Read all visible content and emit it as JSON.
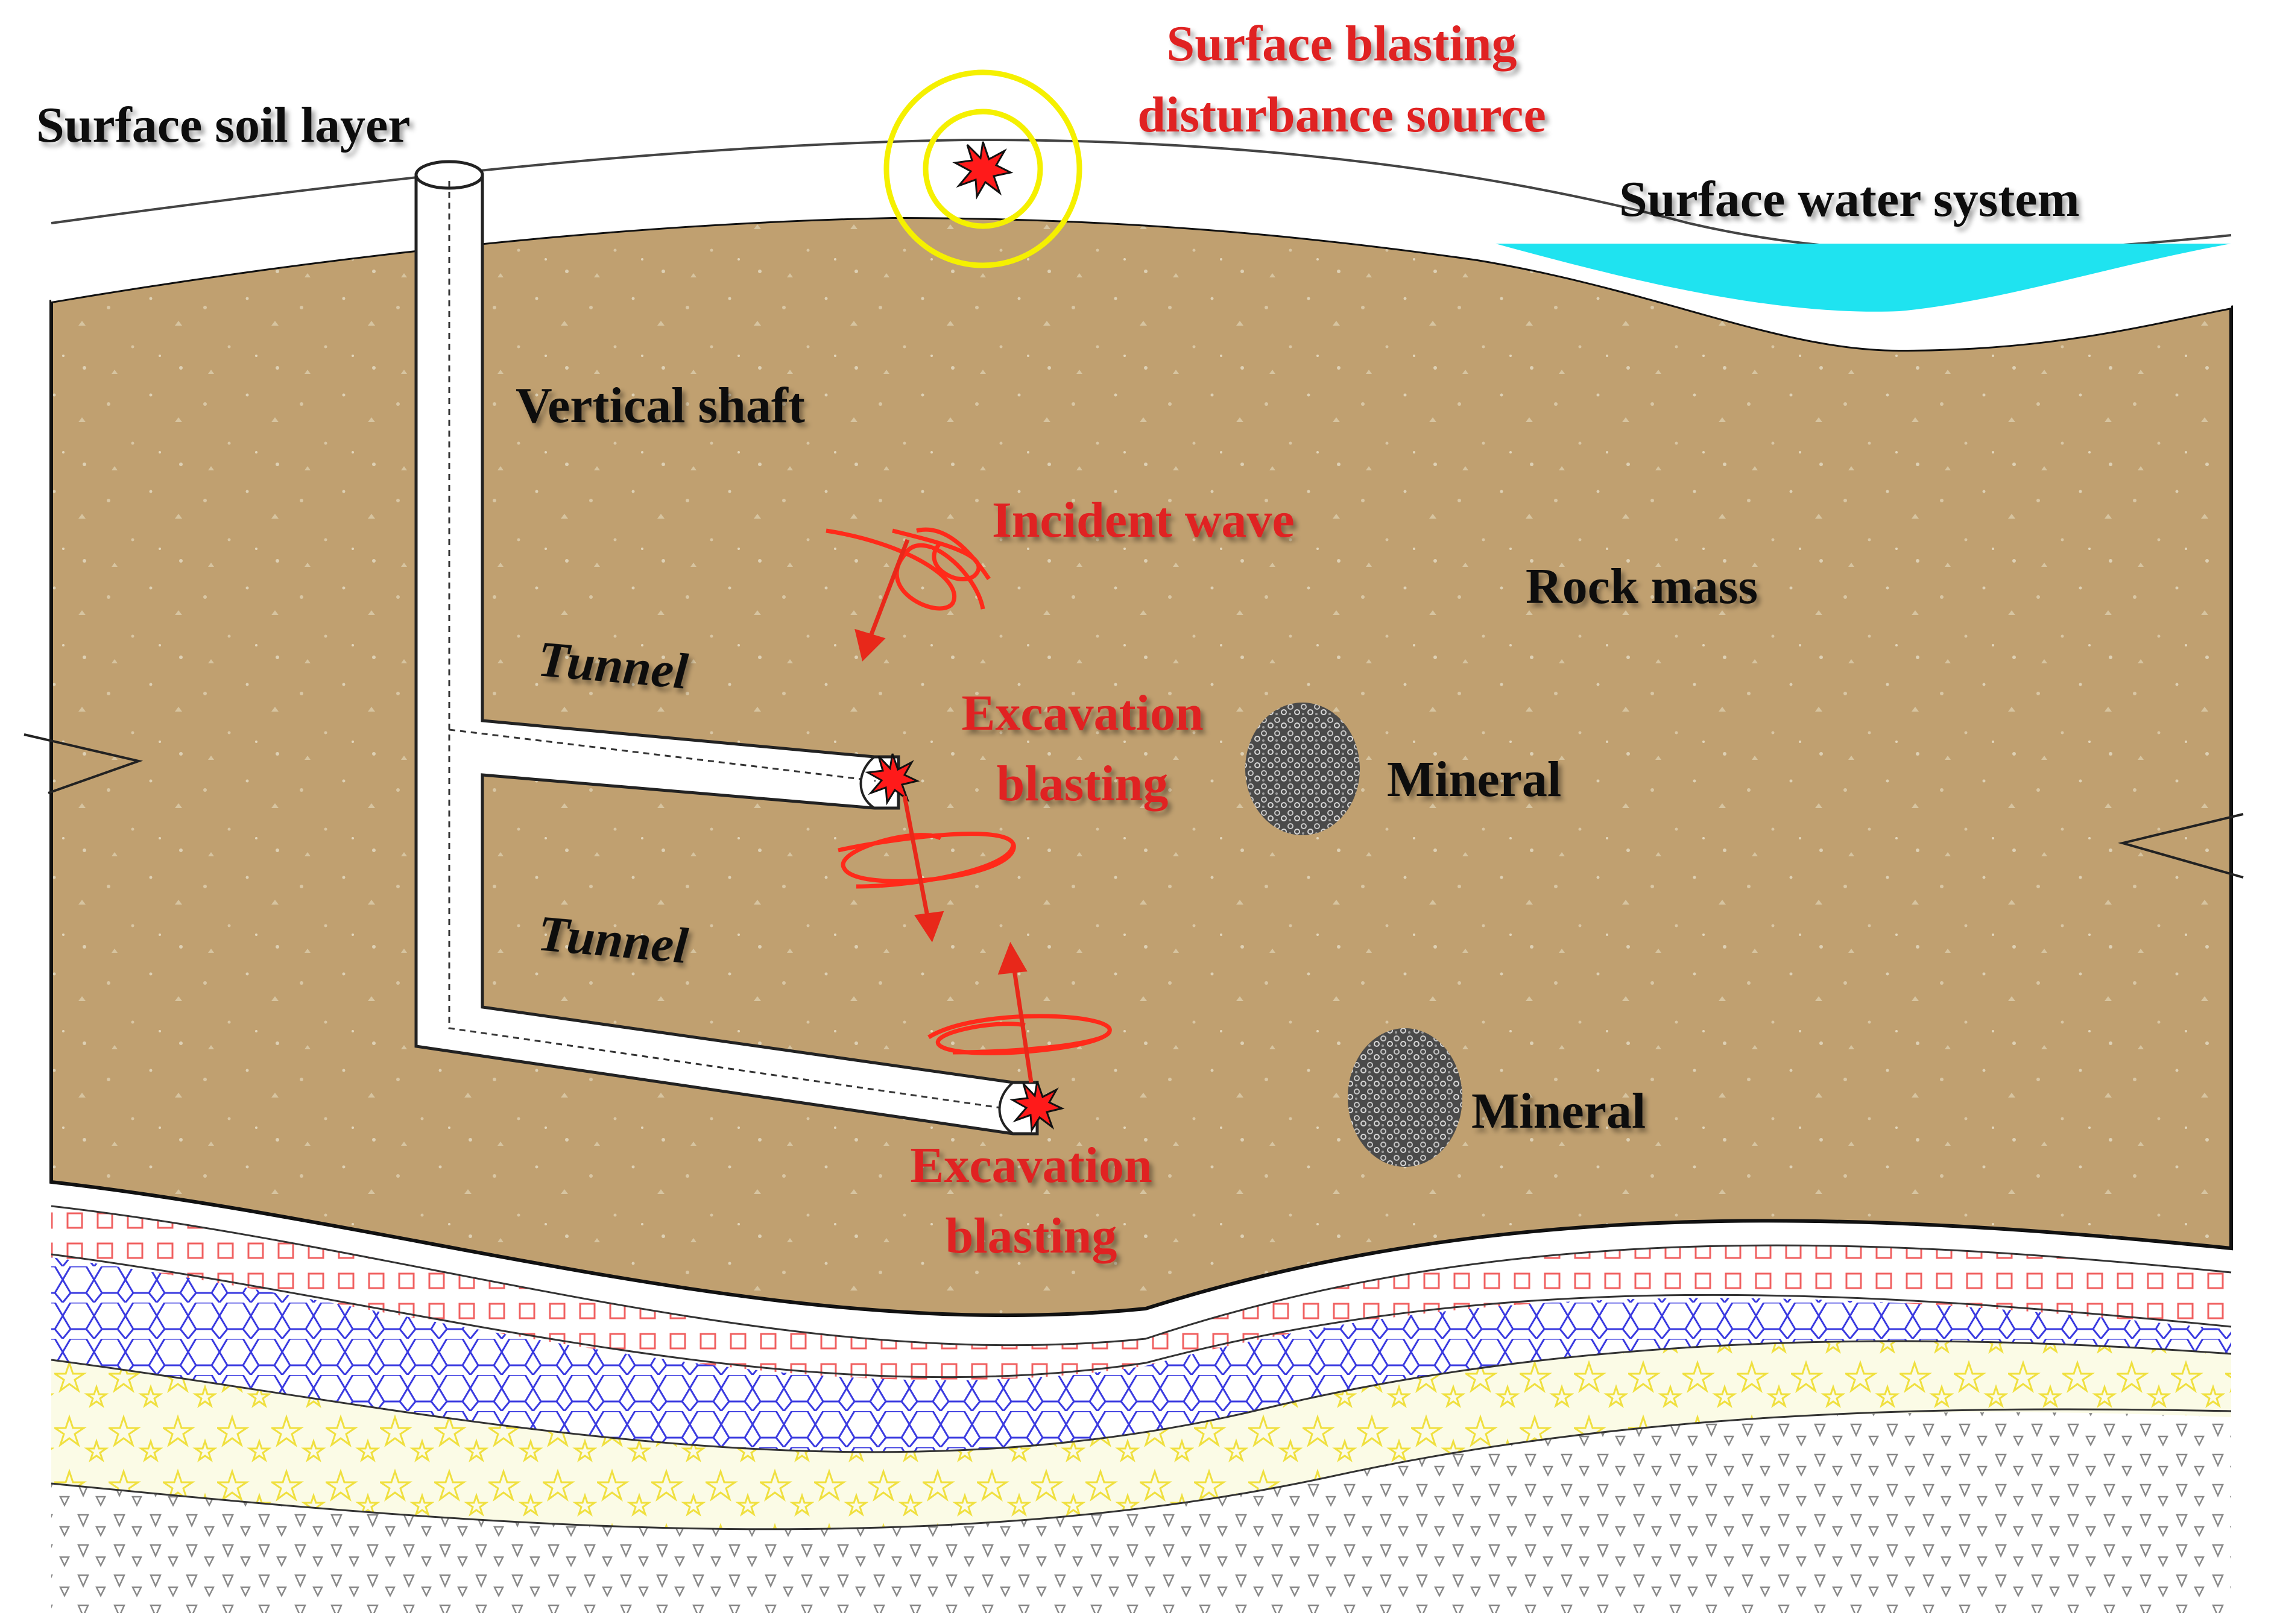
{
  "labels": {
    "surface_soil_layer": "Surface soil layer",
    "surface_blasting_line1": "Surface blasting",
    "surface_blasting_line2": "disturbance source",
    "surface_water_system": "Surface water system",
    "vertical_shaft": "Vertical shaft",
    "incident_wave": "Incident wave",
    "rock_mass": "Rock mass",
    "tunnel_upper": "Tunnel",
    "tunnel_lower": "Tunnel",
    "excavation_blasting_upper_line1": "Excavation",
    "excavation_blasting_upper_line2": "blasting",
    "excavation_blasting_lower_line1": "Excavation",
    "excavation_blasting_lower_line2": "blasting",
    "mineral_upper": "Mineral",
    "mineral_lower": "Mineral"
  },
  "icons": {
    "blast": "blast-burst-icon",
    "ring": "disturbance-ring-icon",
    "wave": "seismic-wave-icon",
    "ore": "mineral-body-icon"
  },
  "colors": {
    "rock_mass": "#c0a070",
    "soil_layer": "#ffffff",
    "water": "#1fe3f0",
    "blast": "#ff1a1a",
    "ring": "#f5f000",
    "label_red": "#e02020",
    "label_black": "#111111",
    "stratum_red": "#f06060",
    "stratum_blue": "#3a3ae0",
    "stratum_yellow": "#f0e040",
    "stratum_gray": "#888888"
  }
}
